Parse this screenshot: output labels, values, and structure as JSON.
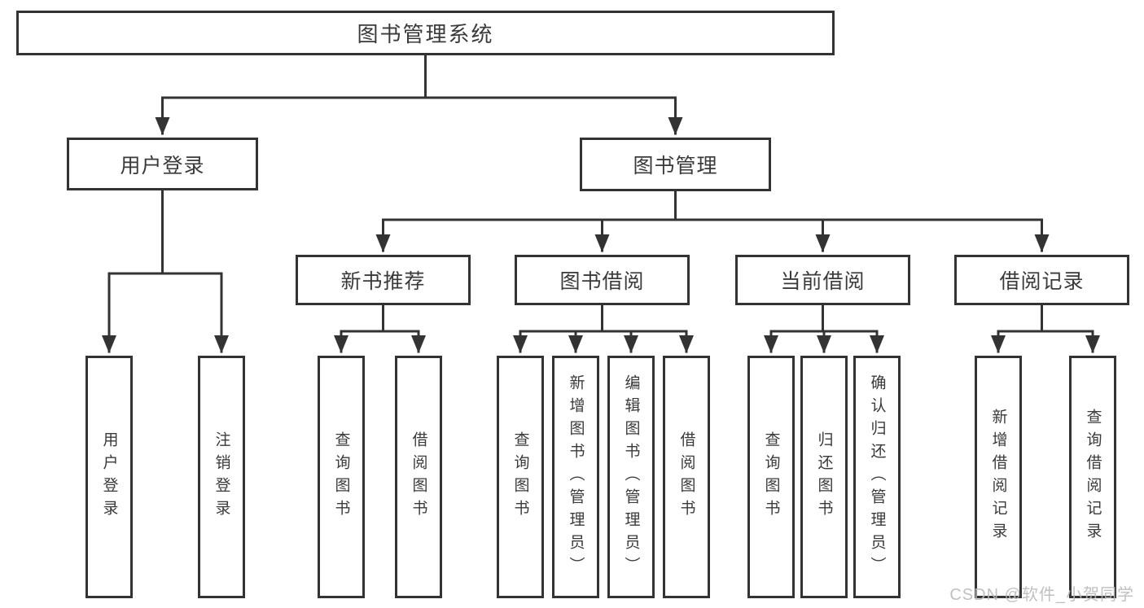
{
  "page": {
    "background": "#ffffff",
    "line_color": "#333333",
    "text_color": "#3a3a3a",
    "watermark_color": "#b9b9b9",
    "watermark": "CSDN @软件_小贺同学"
  },
  "tree": {
    "label": "图书管理系统",
    "children": [
      {
        "label": "用户登录",
        "children": [
          {
            "label": "用户登录"
          },
          {
            "label": "注销登录"
          }
        ]
      },
      {
        "label": "图书管理",
        "children": [
          {
            "label": "新书推荐",
            "children": [
              {
                "label": "查询图书"
              },
              {
                "label": "借阅图书"
              }
            ]
          },
          {
            "label": "图书借阅",
            "children": [
              {
                "label": "查询图书"
              },
              {
                "label": "新增图书（管理员）"
              },
              {
                "label": "编辑图书（管理员）"
              },
              {
                "label": "借阅图书"
              }
            ]
          },
          {
            "label": "当前借阅",
            "children": [
              {
                "label": "查询图书"
              },
              {
                "label": "归还图书"
              },
              {
                "label": "确认归还（管理员）"
              }
            ]
          },
          {
            "label": "借阅记录",
            "children": [
              {
                "label": "新增借阅记录"
              },
              {
                "label": "查询借阅记录"
              }
            ]
          }
        ]
      }
    ]
  }
}
